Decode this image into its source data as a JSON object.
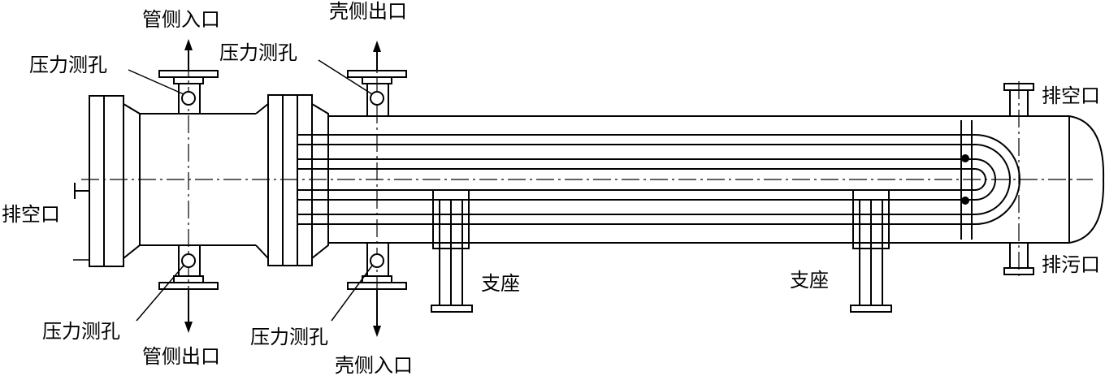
{
  "diagram": {
    "labels": {
      "tube_inlet": "管侧入口",
      "tube_outlet": "管侧出口",
      "shell_outlet": "壳侧出口",
      "shell_inlet": "壳侧入口",
      "pressure_tap_upper_left": "压力测孔",
      "pressure_tap_upper_right": "压力测孔",
      "pressure_tap_lower_left": "压力测孔",
      "pressure_tap_lower_right": "压力测孔",
      "vent_left": "排空口",
      "vent_right": "排空口",
      "drain": "排污口",
      "support_left": "支座",
      "support_right": "支座"
    },
    "colors": {
      "line": "#000000",
      "background": "#ffffff"
    }
  }
}
